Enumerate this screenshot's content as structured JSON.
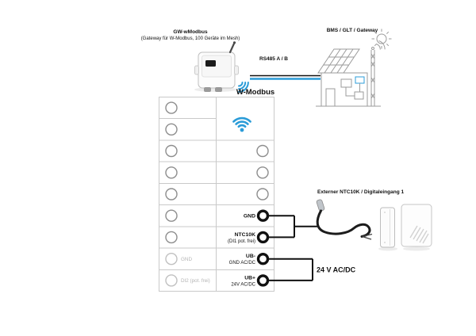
{
  "diagram": {
    "gateway": {
      "title": "GW-wModbus",
      "subtitle": "(Gateway für W-Modbus, 100 Geräte im Mesh)"
    },
    "bus_label": "RS485 A / B",
    "bms_label": "BMS / GLT / Gateway",
    "wireless_label": "W-Modbus",
    "external_label": "Externer NTC10K / Digitaleingang 1",
    "power_label": "24 V AC/DC",
    "terminal_table": {
      "left_labels": [
        "",
        "",
        "",
        "",
        "",
        "",
        "",
        "GND",
        "DI2 (pot. frei)"
      ],
      "right_terminals": [
        {
          "label": "GND",
          "sub": ""
        },
        {
          "label": "NTC10K",
          "sub": "(DI1 pot. frei)"
        },
        {
          "label": "UB-",
          "sub": "GND AC/DC"
        },
        {
          "label": "UB+",
          "sub": "24V AC/DC"
        }
      ]
    },
    "icons": {
      "wifi": "wifi-icon",
      "sun": "sun-icon",
      "antenna": "antenna-icon"
    },
    "colors": {
      "accent_blue": "#2b9cd8",
      "wire_black": "#111111",
      "grid_gray": "#c9c9c9",
      "inactive_gray": "#b4b4b4"
    }
  }
}
